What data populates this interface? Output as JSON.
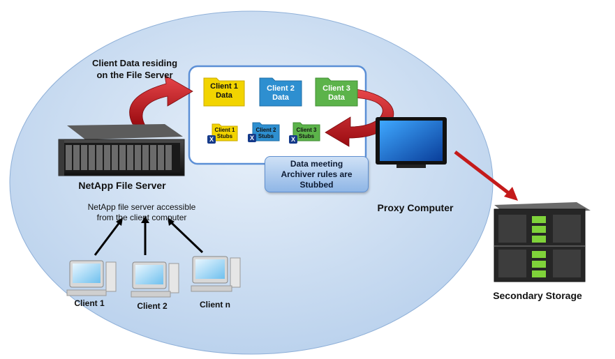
{
  "labels": {
    "client_data": [
      "Client Data residing",
      "on the File Server"
    ],
    "file_server": "NetApp File Server",
    "accessible": [
      "NetApp file server accessible",
      "from the client computer"
    ],
    "proxy": "Proxy Computer",
    "secondary": "Secondary Storage",
    "callout": [
      "Data meeting",
      "Archiver rules are",
      "Stubbed"
    ]
  },
  "folders": [
    {
      "line1": "Client 1",
      "line2": "Data",
      "color": "#f2d400"
    },
    {
      "line1": "Client 2",
      "line2": "Data",
      "color": "#2e8fd0"
    },
    {
      "line1": "Client 3",
      "line2": "Data",
      "color": "#5cb34a"
    }
  ],
  "stubs": [
    {
      "line1": "Client 1",
      "line2": "Stubs",
      "color": "#f2d400"
    },
    {
      "line1": "Client 2",
      "line2": "Stubs",
      "color": "#2e8fd0"
    },
    {
      "line1": "Client 3",
      "line2": "Stubs",
      "color": "#5cb34a"
    }
  ],
  "stub_mark": "X",
  "clients": [
    "Client 1",
    "Client 2",
    "Client n"
  ],
  "colors": {
    "ellipse": "#c9dcf2",
    "box_border": "#5b8fd6",
    "arrow_red": "#c0141a",
    "line_red": "#c41a1a"
  }
}
